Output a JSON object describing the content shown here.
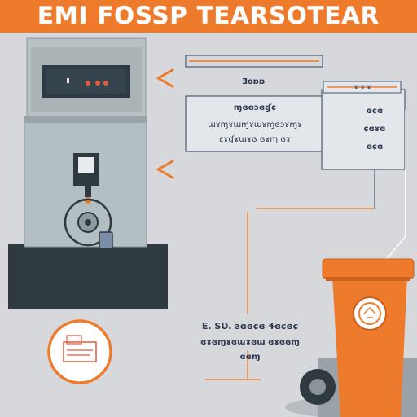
{
  "banner": {
    "title": "EMI FOSSP TEARSOTEAR"
  },
  "panel_top": {
    "caption": "Ǝoɒɒ"
  },
  "panel_main": {
    "title": "ɱɞɞɔɞɠɕ",
    "line1": "ɯɤɱɤɯɱɤɯɤɱɞɔɤɱɤ",
    "line2": "ɛɤɠɤɯɤɞ ɞɤɱ ɞɤ"
  },
  "panel_side": {
    "header": "ɤ ɤ ɤ",
    "line1": "ɞɕɞ",
    "line2": "ɕɞɤɞ",
    "line3": "ɞɕɞ"
  },
  "bottom_caption": {
    "line1": "E. ЅƲ. ƨɞɞɕɞ ɬɞɕɞɕ",
    "line2": "ɞɤɞɱɤɞɯɤɞɯ ɞɤɞɞɱ",
    "line3": "ɞɞɱ"
  },
  "colors": {
    "accent": "#ee7a2c",
    "machine": "#b8c2c4",
    "machine_dark": "#2f3a40",
    "line": "#4a5a6e",
    "background": "#d6d8dc"
  },
  "icons": [
    "arrow-left-icon",
    "fryer-machine-icon",
    "recycle-bin-icon",
    "food-tray-icon"
  ]
}
